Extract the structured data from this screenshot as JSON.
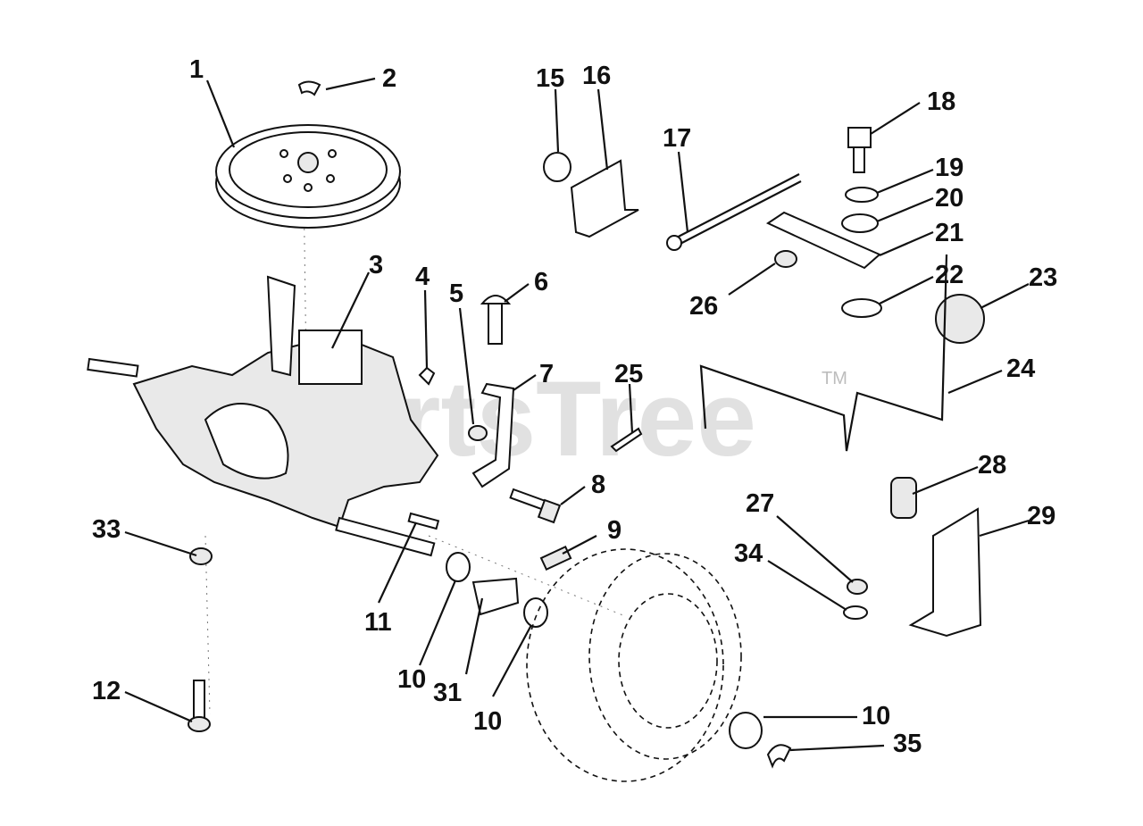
{
  "watermark": {
    "text": "PartsTree",
    "trademark": "TM"
  },
  "callouts": [
    "1",
    "2",
    "3",
    "4",
    "5",
    "6",
    "7",
    "8",
    "9",
    "10",
    "11",
    "12",
    "15",
    "16",
    "17",
    "18",
    "19",
    "20",
    "21",
    "22",
    "23",
    "24",
    "25",
    "26",
    "27",
    "28",
    "29",
    "31",
    "33",
    "34",
    "35"
  ],
  "labels": {
    "c1": "1",
    "c2": "2",
    "c3": "3",
    "c4": "4",
    "c5": "5",
    "c6": "6",
    "c7": "7",
    "c8": "8",
    "c9": "9",
    "c10a": "10",
    "c10b": "10",
    "c10c": "10",
    "c11": "11",
    "c12": "12",
    "c15": "15",
    "c16": "16",
    "c17": "17",
    "c18": "18",
    "c19": "19",
    "c20": "20",
    "c21": "21",
    "c22": "22",
    "c23": "23",
    "c24": "24",
    "c25": "25",
    "c26": "26",
    "c27": "27",
    "c28": "28",
    "c29": "29",
    "c31": "31",
    "c33": "33",
    "c34": "34",
    "c35": "35"
  },
  "colors": {
    "ink": "#111111",
    "watermark": "#c9c9c9",
    "background": "#ffffff"
  }
}
